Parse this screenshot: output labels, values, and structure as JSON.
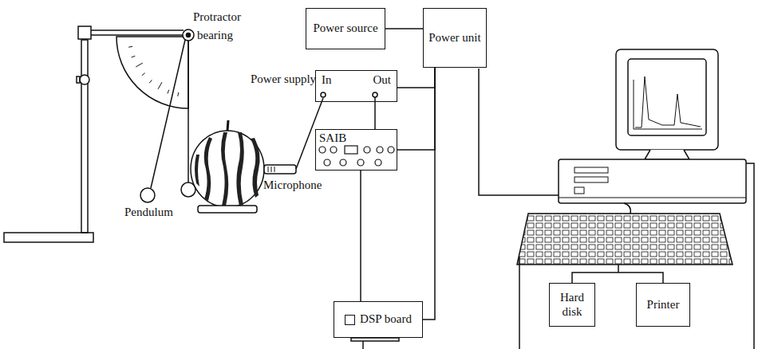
{
  "diagram": {
    "nodes": [
      {
        "text": [
          "Power source"
        ]
      },
      {
        "text": [
          "Power unit"
        ]
      },
      {
        "text": [
          "Power supply",
          "In",
          "Out"
        ]
      },
      {
        "text": [
          "SAIB"
        ]
      },
      {
        "text": [
          "DSP board"
        ]
      },
      {
        "text": [
          "Hard disk"
        ]
      },
      {
        "text": [
          "Printer"
        ]
      }
    ],
    "edges": [
      {
        "from": 0,
        "to": 1,
        "arrow": "none"
      },
      {
        "from": 1,
        "to": 2,
        "arrow": "none"
      },
      {
        "from": 1,
        "to": 3,
        "arrow": "none"
      },
      {
        "from": 1,
        "to": 4,
        "arrow": "none"
      },
      {
        "from": 2,
        "to": 3,
        "arrow": "none"
      },
      {
        "from": 3,
        "to": 4,
        "arrow": "none"
      },
      {
        "from": 5,
        "to": 6,
        "arrow": "none"
      }
    ],
    "labels": [
      "Protractor",
      "bearing",
      "Pendulum",
      "Microphone"
    ]
  }
}
